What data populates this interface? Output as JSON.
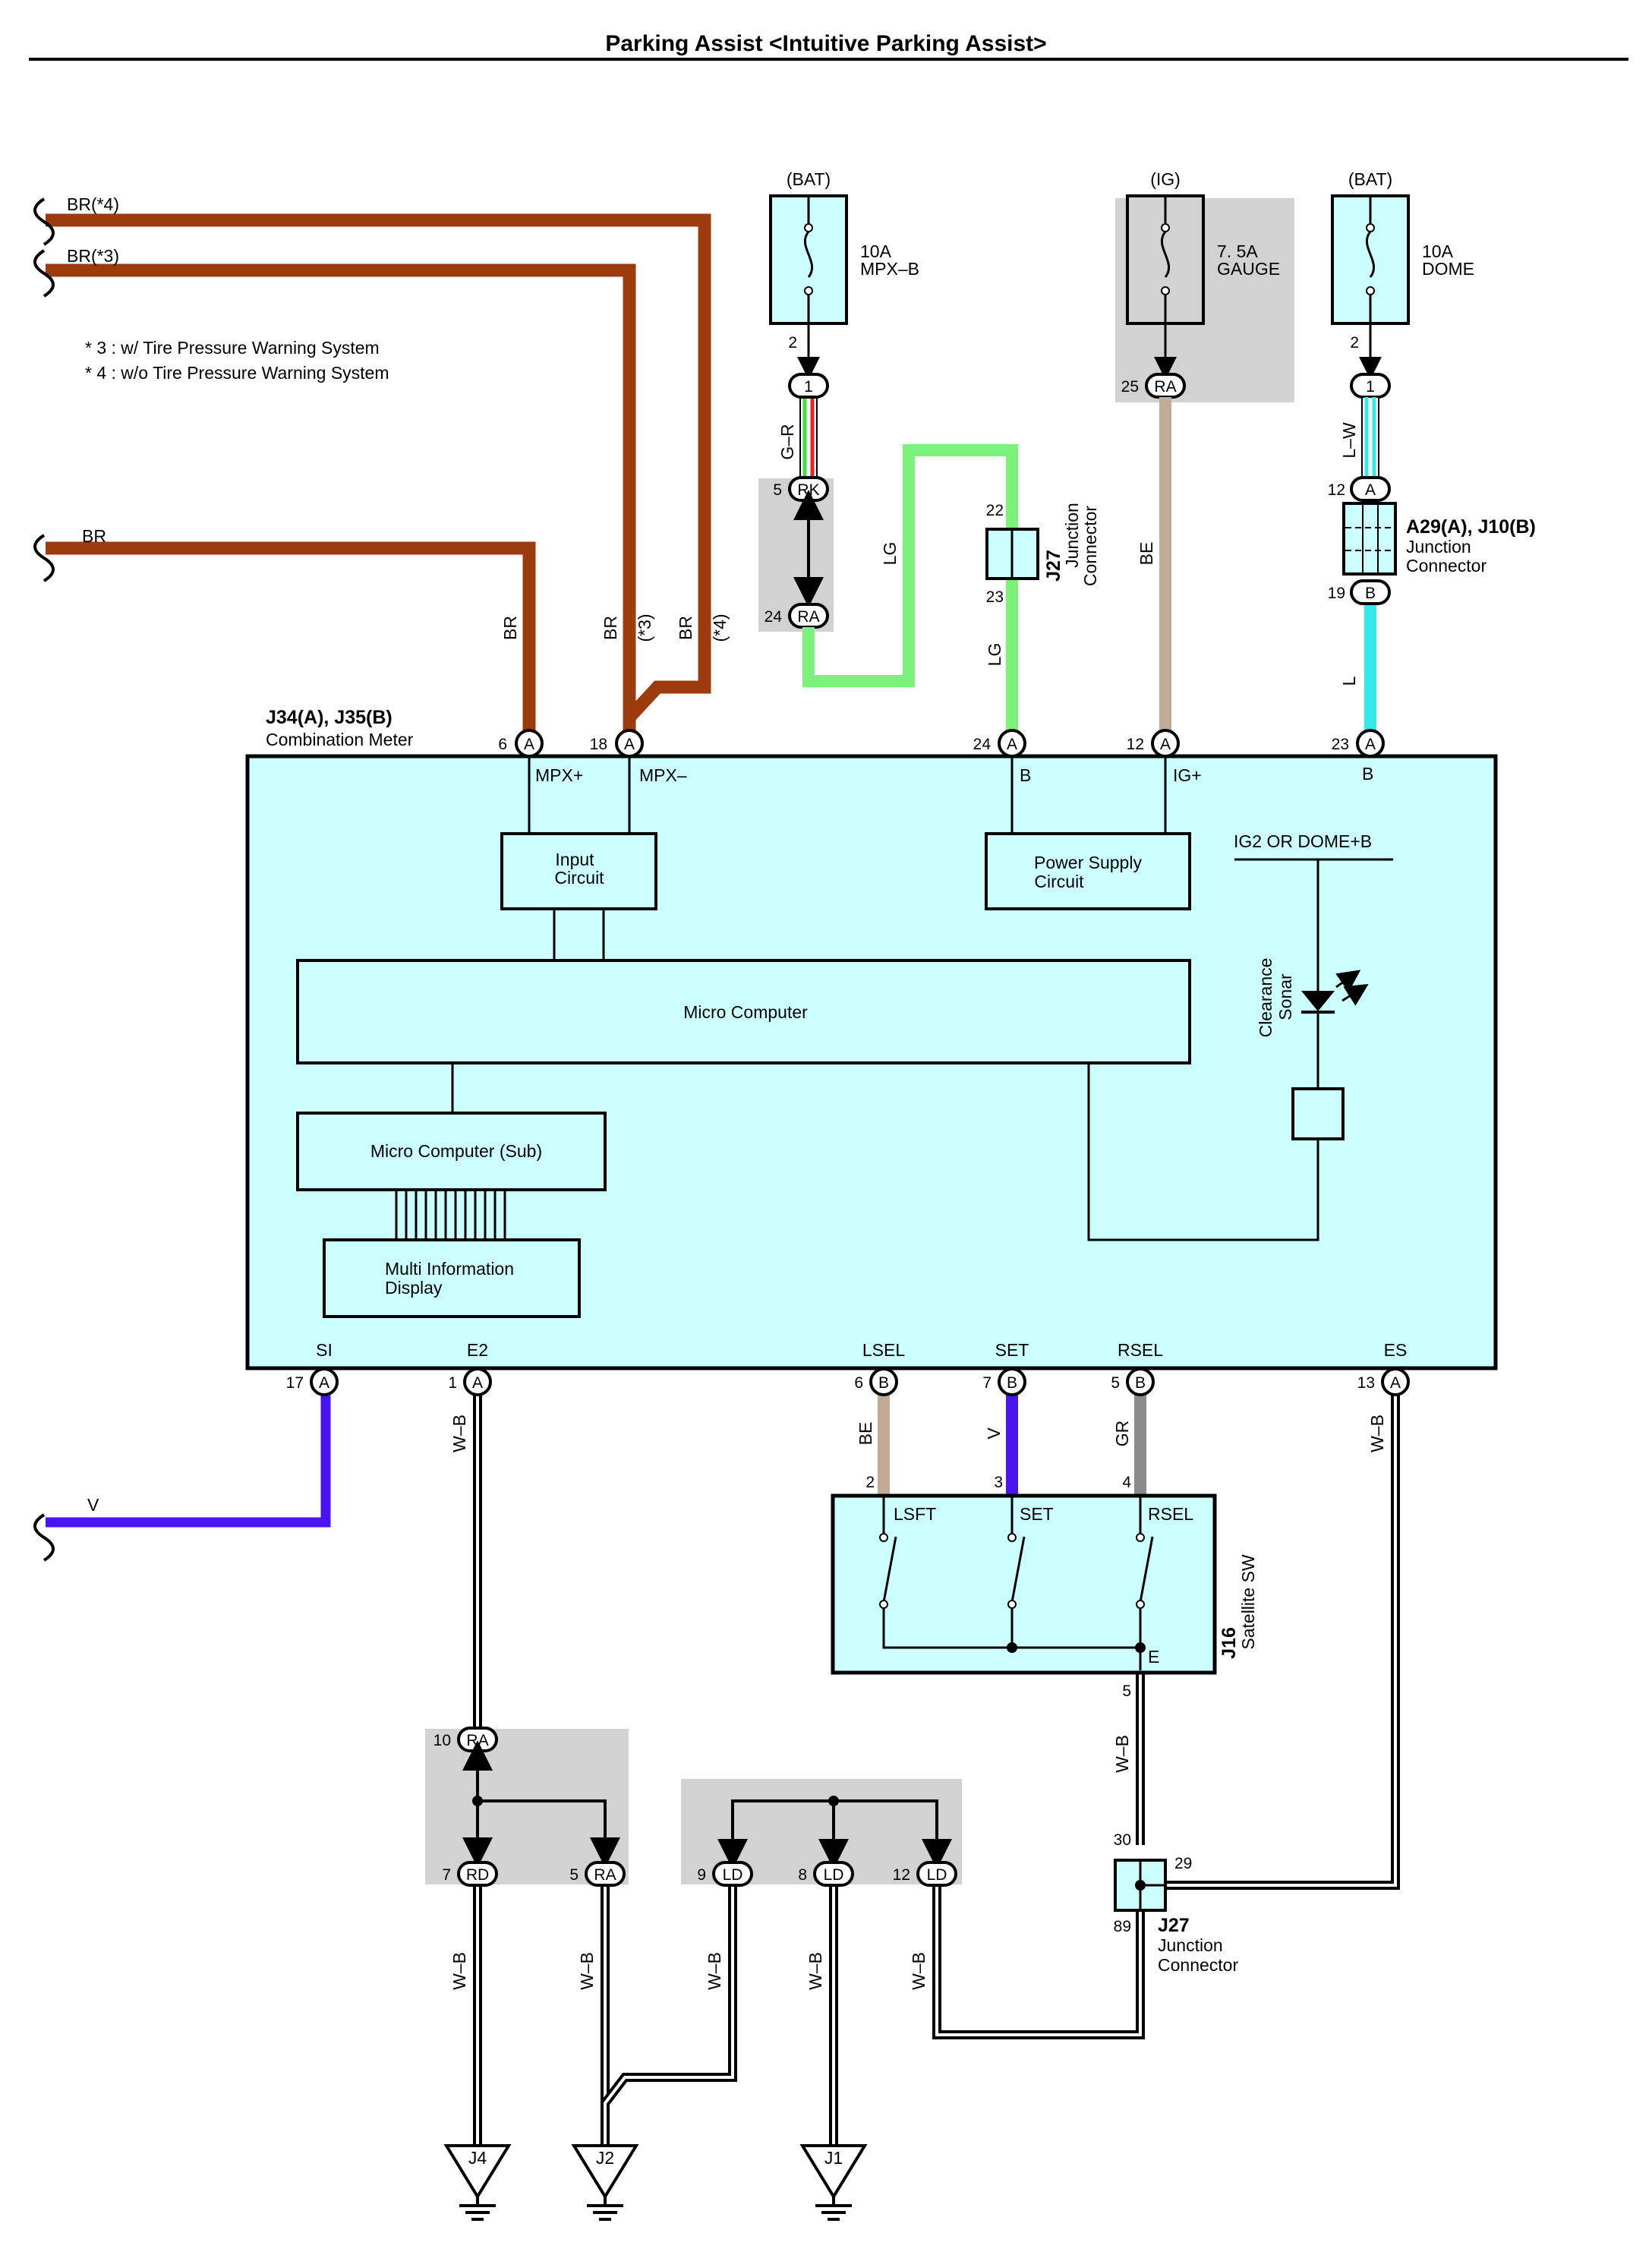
{
  "title": "Parking Assist <Intuitive Parking Assist>",
  "notes": [
    "* 3 : w/ Tire Pressure Warning System",
    "* 4 : w/o Tire Pressure Warning System"
  ],
  "left_wires": {
    "br4": "BR(*4)",
    "br3": "BR(*3)",
    "br": "BR",
    "v": "V"
  },
  "fuses": [
    {
      "supply": "(BAT)",
      "rating": "10A",
      "name": "MPX–B",
      "pin": "2",
      "conn": "1"
    },
    {
      "supply": "(IG)",
      "rating": "7. 5A",
      "name": "GAUGE",
      "pin": "25",
      "conn": "RA"
    },
    {
      "supply": "(BAT)",
      "rating": "10A",
      "name": "DOME",
      "pin": "2",
      "conn": "1"
    }
  ],
  "wire_colors": {
    "gr": "G–R",
    "lg1": "LG",
    "lg2": "LG",
    "be_ig": "BE",
    "lw": "L–W",
    "l": "L",
    "br_a6": "BR",
    "br_a18": "BR",
    "br_a18_note": "(*3)",
    "br_4": "BR",
    "br_4_note": "(*4)",
    "be_lsel": "BE",
    "v_set": "V",
    "gr_rsel": "GR",
    "wb_es": "W–B",
    "wb_e2": "W–B",
    "wb_sw": "W–B",
    "wb_rd": "W–B",
    "wb_ra": "W–B",
    "wb_ld9": "W–B",
    "wb_ld8": "W–B",
    "wb_ld12": "W–B"
  },
  "junctions": {
    "rk": {
      "pin": "5",
      "conn": "RK"
    },
    "ra24": {
      "pin": "24",
      "conn": "RA"
    },
    "j27_top": {
      "pin_top": "22",
      "pin_bottom": "23",
      "id": "J27",
      "label1": "Junction",
      "label2": "Connector"
    },
    "a29": {
      "pin_top": "12",
      "conn_top": "A",
      "pin_bottom": "19",
      "conn_bottom": "B",
      "id": "A29(A), J10(B)",
      "label1": "Junction",
      "label2": "Connector"
    },
    "ra10": {
      "pin": "10",
      "conn": "RA"
    },
    "rd7": {
      "pin": "7",
      "conn": "RD"
    },
    "ra5": {
      "pin": "5",
      "conn": "RA"
    },
    "ld9": {
      "pin": "9",
      "conn": "LD"
    },
    "ld8": {
      "pin": "8",
      "conn": "LD"
    },
    "ld12": {
      "pin": "12",
      "conn": "LD"
    },
    "j27_bottom": {
      "pin_top": "30",
      "pin_right": "29",
      "pin_bottom": "89",
      "id": "J27",
      "label1": "Junction",
      "label2": "Connector"
    }
  },
  "meter": {
    "id": "J34(A), J35(B)",
    "name": "Combination Meter",
    "top_pins": [
      {
        "num": "6",
        "conn": "A",
        "label": "MPX+"
      },
      {
        "num": "18",
        "conn": "A",
        "label": "MPX–"
      },
      {
        "num": "24",
        "conn": "A",
        "label": "B"
      },
      {
        "num": "12",
        "conn": "A",
        "label": "IG+"
      },
      {
        "num": "23",
        "conn": "A",
        "label": "B"
      }
    ],
    "bottom_pins": [
      {
        "num": "17",
        "conn": "A",
        "label": "SI"
      },
      {
        "num": "1",
        "conn": "A",
        "label": "E2"
      },
      {
        "num": "6",
        "conn": "B",
        "label": "LSEL"
      },
      {
        "num": "7",
        "conn": "B",
        "label": "SET"
      },
      {
        "num": "5",
        "conn": "B",
        "label": "RSEL"
      },
      {
        "num": "13",
        "conn": "A",
        "label": "ES"
      }
    ],
    "input_circuit": [
      "Input",
      "Circuit"
    ],
    "power_supply": [
      "Power Supply",
      "Circuit"
    ],
    "micro_computer": "Micro Computer",
    "micro_computer_sub": "Micro Computer (Sub)",
    "multi_info": [
      "Multi Information",
      "Display"
    ],
    "ig2_label": "IG2 OR DOME+B",
    "clearance_sonar": [
      "Clearance",
      "Sonar"
    ]
  },
  "satellite_sw": {
    "id": "J16",
    "name": "Satellite SW",
    "pins": [
      "2",
      "3",
      "4",
      "5"
    ],
    "switches": [
      "LSFT",
      "SET",
      "RSEL"
    ],
    "ground": "E"
  },
  "grounds": [
    "J4",
    "J2",
    "J1"
  ],
  "colors": {
    "brown": "#9c3c0e",
    "green": "#7cf27c",
    "tan": "#c1aa96",
    "cyan": "#33eaea",
    "violet": "#4a14ee",
    "gray": "#8a8a8a",
    "panel": "#ccffff",
    "shade": "#d2d2d2"
  }
}
